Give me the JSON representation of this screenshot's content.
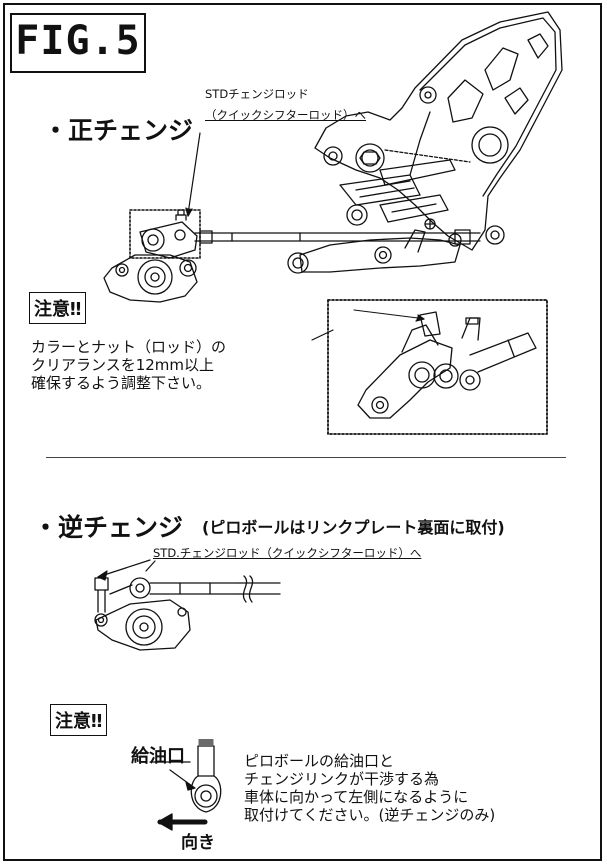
{
  "figure": {
    "label": "FIG.5"
  },
  "normal_change": {
    "title": "・正チェンジ",
    "rod_label_line1": "STDチェンジロッド",
    "rod_label_line2": "（クイックシフターロッド）へ",
    "caution_label": "注意‼",
    "caution_text": [
      "カラーとナット（ロッド）の",
      "クリアランスを12mm以上",
      "確保するよう調整下さい。"
    ]
  },
  "reverse_change": {
    "title": "・逆チェンジ",
    "note": "(ピロボールはリンクプレート裏面に取付)",
    "rod_label": "STD.チェンジロッド（クイックシフターロッド）へ",
    "caution_label": "注意‼",
    "oil_port_label": "給油口",
    "direction_label": "向き",
    "caution_text": [
      "ピロボールの給油口と",
      "チェンジリンクが干渉する為",
      "車体に向かって左側になるように",
      "取付けてください。(逆チェンジのみ)"
    ]
  }
}
